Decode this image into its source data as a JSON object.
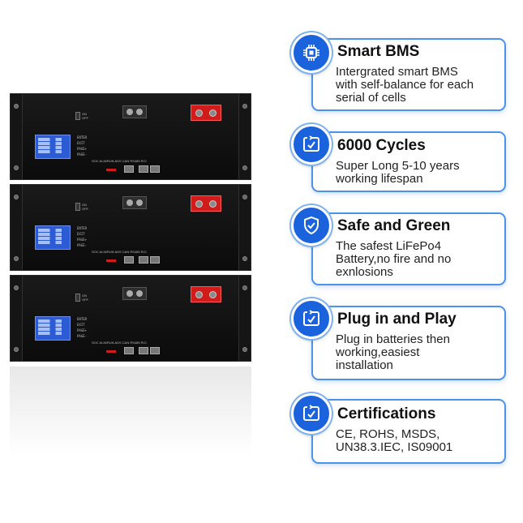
{
  "product": {
    "units": [
      {
        "switch_labels": [
          "ON",
          "OFF"
        ],
        "menu": [
          "ENTER",
          "EXIT",
          "PAGE+",
          "PAGE-"
        ],
        "port_labels": "SOC  ALM/RUN  ADS   CAN    RS485   RCI"
      },
      {
        "switch_labels": [
          "ON",
          "OFF"
        ],
        "menu": [
          "ENTER",
          "EXIT",
          "PAGE+",
          "PAGE-"
        ],
        "port_labels": "SOC  ALM/RUN  ADS   CAN    RS485   RCI"
      },
      {
        "switch_labels": [
          "ON",
          "OFF"
        ],
        "menu": [
          "ENTER",
          "EXIT",
          "PAGE+",
          "PAGE-"
        ],
        "port_labels": "SOC  ALM/RUN  ADS   CAN    RS485   RCI"
      }
    ]
  },
  "features": [
    {
      "icon": "chip-icon",
      "title": "Smart BMS",
      "lines": [
        "Intergrated smart BMS",
        "with self-balance for each",
        "serial of cells"
      ]
    },
    {
      "icon": "cycle-icon",
      "title": "6000 Cycles",
      "lines": [
        "Super Long 5-10 years",
        "working lifespan"
      ]
    },
    {
      "icon": "shield-check-icon",
      "title": "Safe and Green",
      "lines": [
        "The safest LiFePo4",
        "Battery,no fire and no",
        "exnlosions"
      ]
    },
    {
      "icon": "cycle-icon",
      "title": "Plug in and Play",
      "lines": [
        "Plug in batteries then",
        "working,easiest",
        "installation"
      ]
    },
    {
      "icon": "cycle-icon",
      "title": "Certifications",
      "lines": [
        "CE, ROHS, MSDS,",
        "UN38.3.IEC, IS09001"
      ]
    }
  ],
  "colors": {
    "accent": "#1a63dd",
    "card_border": "#4b93e8",
    "terminal_red": "#d11c1c",
    "lcd_blue": "#2c5bd6"
  }
}
